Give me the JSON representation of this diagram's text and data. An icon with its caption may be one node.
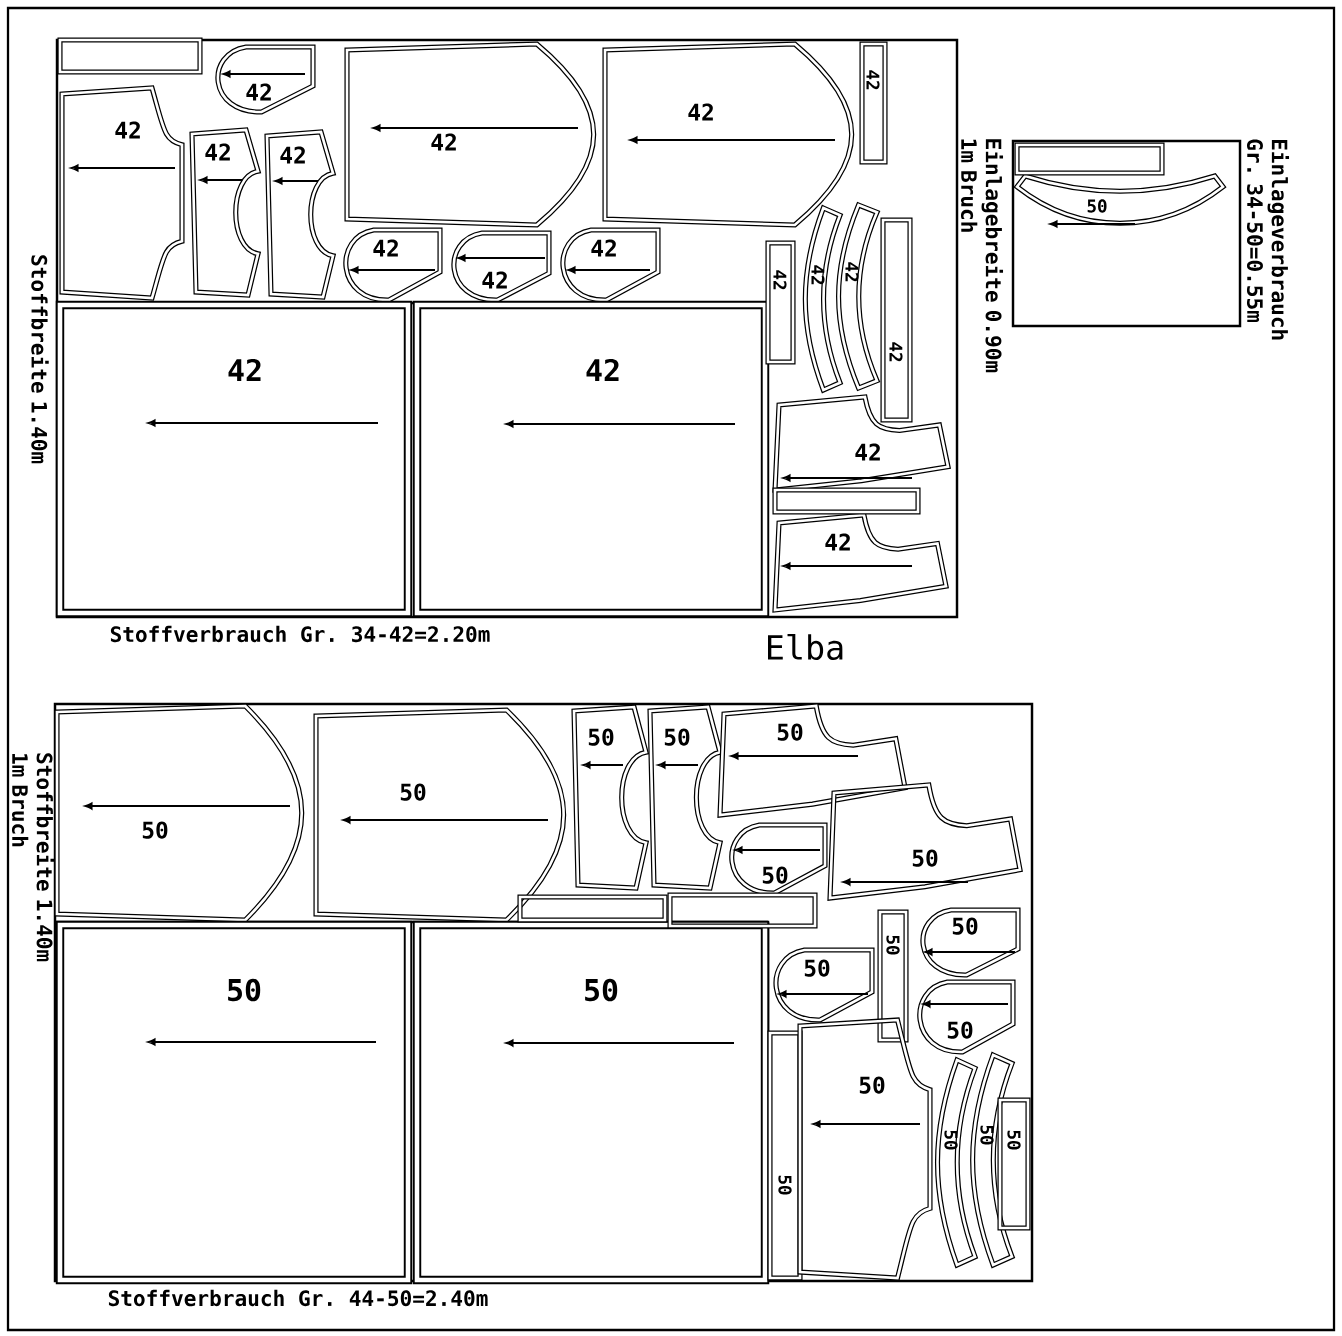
{
  "diagram": {
    "nodes": [
      {
        "text": [],
        "shape": "box",
        "beside": [
          "Stoffbreite 1.40m",
          "Stoffverbrauch Gr. 34-42=2.20m"
        ]
      },
      {
        "text": [
          "42"
        ],
        "in": 0
      },
      {
        "text": [
          "42"
        ],
        "in": 0
      },
      {
        "text": [
          "42"
        ],
        "in": 0
      },
      {
        "text": [
          "42"
        ],
        "in": 0
      },
      {
        "text": [
          "42"
        ],
        "in": 0
      },
      {
        "text": [
          "42"
        ],
        "in": 0
      },
      {
        "text": [
          "42"
        ],
        "in": 0
      },
      {
        "text": [
          "42"
        ],
        "in": 0
      },
      {
        "text": [
          "42"
        ],
        "in": 0
      },
      {
        "text": [
          "42"
        ],
        "in": 0
      },
      {
        "text": [
          "42"
        ],
        "in": 0
      },
      {
        "text": [
          "42"
        ],
        "in": 0
      },
      {
        "text": [
          "42"
        ],
        "in": 0
      },
      {
        "text": [
          "42"
        ],
        "in": 0
      },
      {
        "text": [
          "42"
        ],
        "in": 0
      },
      {
        "text": [
          "42"
        ],
        "in": 0
      },
      {
        "text": [
          "42"
        ],
        "in": 0
      },
      {
        "text": [
          "42"
        ],
        "in": 0
      },
      {
        "text": [],
        "shape": "bar",
        "in": 0
      },
      {
        "text": [],
        "shape": "bar",
        "in": 0
      },
      {
        "text": [],
        "shape": "box",
        "beside": [
          "Einlageverbrauch Gr. 34-50=0.55m",
          "Einlagebreite 0.90m 1m Bruch"
        ]
      },
      {
        "text": [
          "50"
        ],
        "in": 21
      },
      {
        "text": [],
        "shape": "bar",
        "in": 21
      },
      {
        "text": [],
        "shape": "box",
        "beside": [
          "Stoffbreite 1.40m 1m Bruch",
          "Stoffverbrauch Gr. 44-50=2.40m"
        ]
      },
      {
        "text": [
          "50"
        ],
        "in": 24
      },
      {
        "text": [
          "50"
        ],
        "in": 24
      },
      {
        "text": [
          "50"
        ],
        "in": 24
      },
      {
        "text": [
          "50"
        ],
        "in": 24
      },
      {
        "text": [
          "50"
        ],
        "in": 24
      },
      {
        "text": [
          "50"
        ],
        "in": 24
      },
      {
        "text": [
          "50"
        ],
        "in": 24
      },
      {
        "text": [
          "50"
        ],
        "in": 24
      },
      {
        "text": [
          "50"
        ],
        "in": 24
      },
      {
        "text": [
          "50"
        ],
        "in": 24
      },
      {
        "text": [
          "50"
        ],
        "in": 24
      },
      {
        "text": [
          "50"
        ],
        "in": 24
      },
      {
        "text": [
          "50"
        ],
        "in": 24
      },
      {
        "text": [
          "50"
        ],
        "in": 24
      },
      {
        "text": [
          "50"
        ],
        "in": 24
      },
      {
        "text": [
          "50"
        ],
        "in": 24
      },
      {
        "text": [
          "50"
        ],
        "in": 24
      },
      {
        "text": [
          "50"
        ],
        "in": 24
      },
      {
        "text": [],
        "shape": "bar",
        "in": 24
      },
      {
        "text": [],
        "shape": "bar",
        "in": 24
      }
    ],
    "labels": [
      "Elba"
    ]
  }
}
